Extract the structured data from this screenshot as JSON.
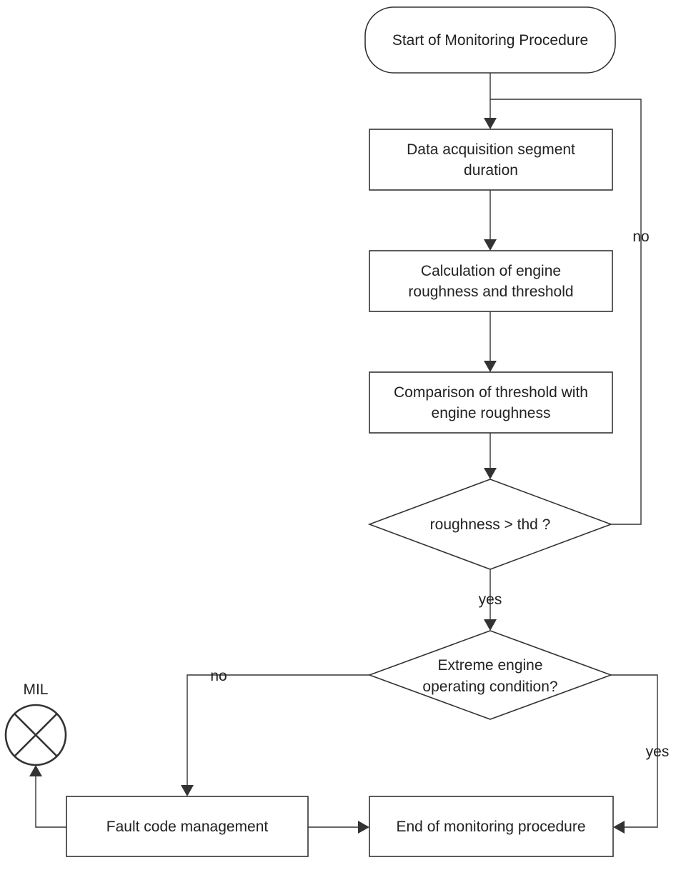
{
  "diagram": {
    "start": {
      "label": "Start of Monitoring Procedure"
    },
    "acquisition": {
      "line1": "Data acquisition segment",
      "line2": "duration"
    },
    "calculation": {
      "line1": "Calculation of engine",
      "line2": "roughness and threshold"
    },
    "comparison": {
      "line1": "Comparison of threshold with",
      "line2": "engine roughness"
    },
    "decision_threshold": {
      "label": "roughness >  thd ?"
    },
    "decision_extreme": {
      "line1": "Extreme engine",
      "line2": "operating condition?"
    },
    "fault": {
      "label": "Fault code management"
    },
    "end": {
      "label": "End of monitoring procedure"
    },
    "mil": {
      "label": "MIL",
      "icon": "lamp-cross-icon"
    },
    "edges": {
      "threshold_no": "no",
      "threshold_yes": "yes",
      "extreme_no": "no",
      "extreme_yes": "yes"
    },
    "colors": {
      "stroke": "#333333",
      "text": "#222222",
      "background": "#ffffff"
    }
  }
}
